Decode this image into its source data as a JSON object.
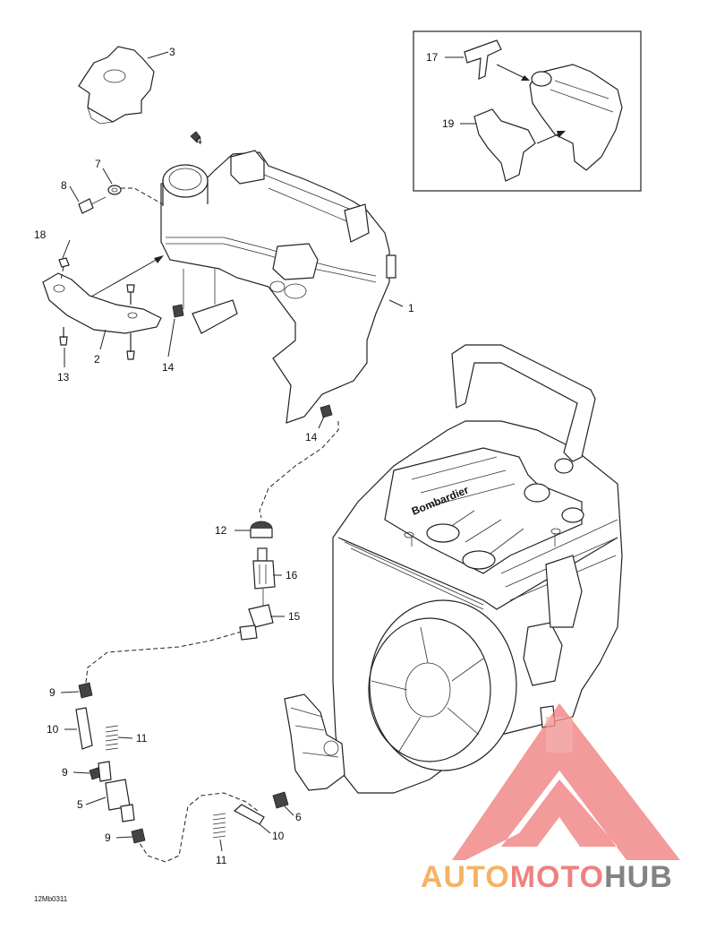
{
  "diagram": {
    "drawing_code": "12Mb0311",
    "callouts": [
      {
        "id": "c1",
        "label": "1"
      },
      {
        "id": "c2",
        "label": "2"
      },
      {
        "id": "c3",
        "label": "3"
      },
      {
        "id": "c4",
        "label": "4"
      },
      {
        "id": "c5",
        "label": "5"
      },
      {
        "id": "c6",
        "label": "6"
      },
      {
        "id": "c7",
        "label": "7"
      },
      {
        "id": "c8",
        "label": "8"
      },
      {
        "id": "c9a",
        "label": "9"
      },
      {
        "id": "c9b",
        "label": "9"
      },
      {
        "id": "c9c",
        "label": "9"
      },
      {
        "id": "c10a",
        "label": "10"
      },
      {
        "id": "c10b",
        "label": "10"
      },
      {
        "id": "c11a",
        "label": "11"
      },
      {
        "id": "c11b",
        "label": "11"
      },
      {
        "id": "c12",
        "label": "12"
      },
      {
        "id": "c13",
        "label": "13"
      },
      {
        "id": "c14a",
        "label": "14"
      },
      {
        "id": "c14b",
        "label": "14"
      },
      {
        "id": "c15",
        "label": "15"
      },
      {
        "id": "c16",
        "label": "16"
      },
      {
        "id": "c17",
        "label": "17"
      },
      {
        "id": "c18",
        "label": "18"
      },
      {
        "id": "c19",
        "label": "19"
      }
    ],
    "engine_brand_text": "Bombardier"
  },
  "watermark": {
    "part1": "AUTO",
    "part2": "MOTO",
    "part3": "HUB",
    "color_orange": "#f5a54a",
    "color_red": "#ee6b6b",
    "color_gray": "#6e6e6e"
  }
}
